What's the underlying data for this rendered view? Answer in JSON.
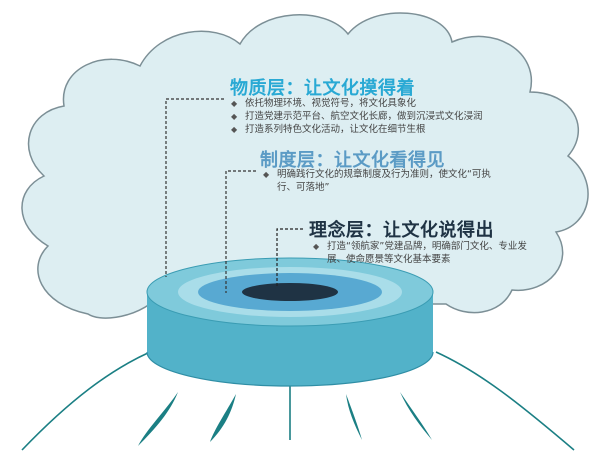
{
  "layers": [
    {
      "title": "物质层：让文化摸得着",
      "color": "#29a9d4",
      "bullets": [
        "依托物理环境、视觉符号，将文化具象化",
        "打造党建示范平台、航空文化长廊，做到沉浸式文化浸润",
        "打造系列特色文化活动，让文化在细节生根"
      ]
    },
    {
      "title": "制度层：让文化看得见",
      "color": "#5b9bc5",
      "bullets": [
        "明确践行文化的规章制度及行为准则，使文化“可执行、可落地”"
      ]
    },
    {
      "title": "理念层：让文化说得出",
      "color": "#1f3344",
      "bullets": [
        "打造“领航家”党建品牌，明确部门文化、专业发展、使命愿景等文化基本要素"
      ]
    }
  ],
  "colors": {
    "cloud_fill": "#ddeef2",
    "cloud_stroke": "#7c8f96",
    "disk_side": "#52b2c9",
    "disk_top_outer": "#7fcadb",
    "disk_top_ring": "#a9dde9",
    "disk_inner": "#58a9d2",
    "disk_core": "#1f3344",
    "roots": "#1b7f84"
  }
}
